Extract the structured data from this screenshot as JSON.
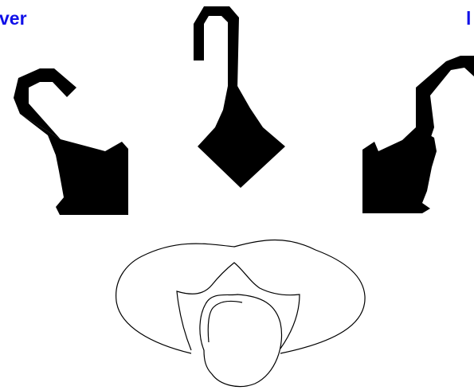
{
  "labels": {
    "left": "ver",
    "right": "l"
  },
  "colors": {
    "label": "#1010e8",
    "shape_fill": "#000000",
    "outline": "#000000",
    "background": "#ffffff"
  },
  "shapes": {
    "arrows": [
      "left-hook-arrow-icon",
      "down-hook-arrow-icon",
      "right-hook-arrow-icon"
    ],
    "head": "head-top-view-outline"
  }
}
